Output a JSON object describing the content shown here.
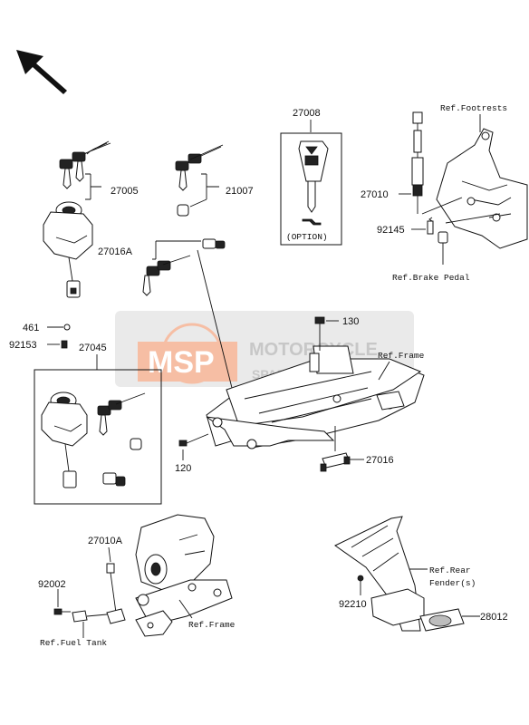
{
  "parts": {
    "p27008": "27008",
    "p27005": "27005",
    "p21007": "21007",
    "p27016A": "27016A",
    "p27010": "27010",
    "p92145": "92145",
    "p461": "461",
    "p92153": "92153",
    "p27045": "27045",
    "p130": "130",
    "p120": "120",
    "p27016": "27016",
    "p27010A": "27010A",
    "p92002": "92002",
    "p92210": "92210",
    "p28012": "28012"
  },
  "refs": {
    "footrests": "Ref.Footrests",
    "brake_pedal": "Ref.Brake Pedal",
    "frame_top": "Ref.Frame",
    "frame_bottom": "Ref.Frame",
    "fuel_tank": "Ref.Fuel Tank",
    "rear_fender_1": "Ref.Rear",
    "rear_fender_2": "Fender(s)"
  },
  "key_box": {
    "option_label": "(OPTION)"
  },
  "watermark": {
    "logo": "MSP",
    "line1": "MOTORCYCLE",
    "line2": "SPARE PARTS"
  },
  "colors": {
    "watermark_orange": "#f08a5a",
    "watermark_band": "#d9d9d9",
    "line": "#111111"
  }
}
